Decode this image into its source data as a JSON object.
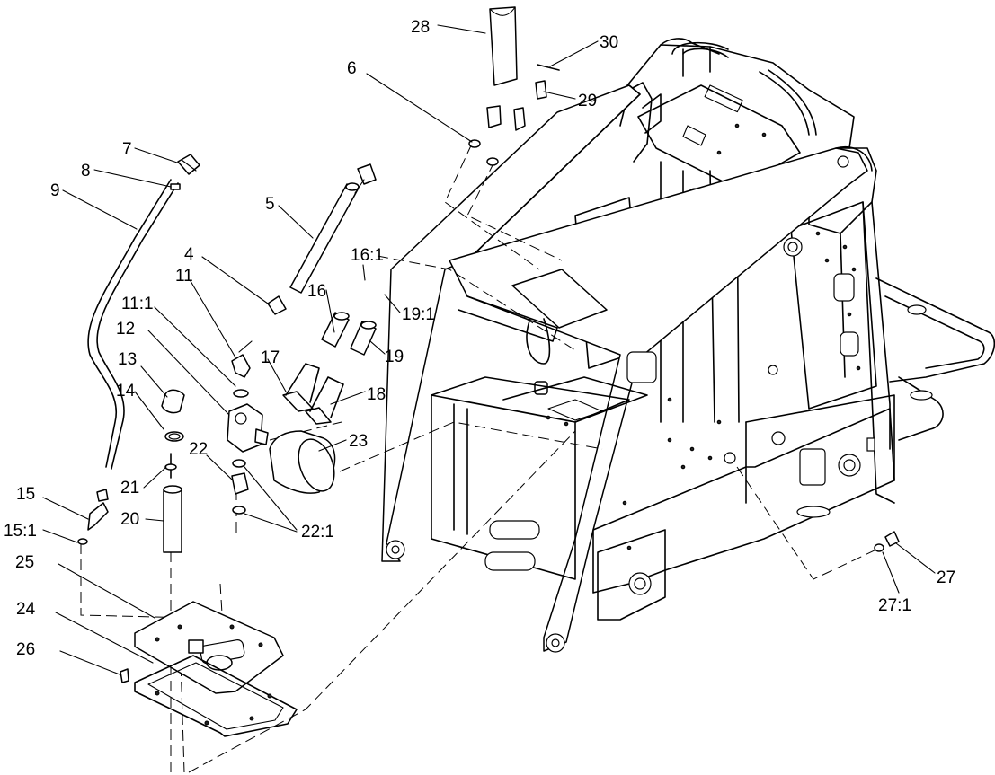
{
  "callouts": {
    "c1": "28",
    "c2": "30",
    "c3": "6",
    "c4": "29",
    "c5": "7",
    "c6": "8",
    "c7": "9",
    "c8": "5",
    "c9": "16:1",
    "c10": "4",
    "c11": "16",
    "c12": "19:1",
    "c13": "11",
    "c14": "11:1",
    "c15": "12",
    "c16": "19",
    "c17": "17",
    "c18": "13",
    "c19": "18",
    "c20": "14",
    "c21": "23",
    "c22": "22",
    "c23": "21",
    "c24": "15",
    "c25": "20",
    "c26": "22:1",
    "c27": "15:1",
    "c28": "25",
    "c29": "27",
    "c30": "27:1",
    "c31": "24",
    "c32": "26"
  }
}
